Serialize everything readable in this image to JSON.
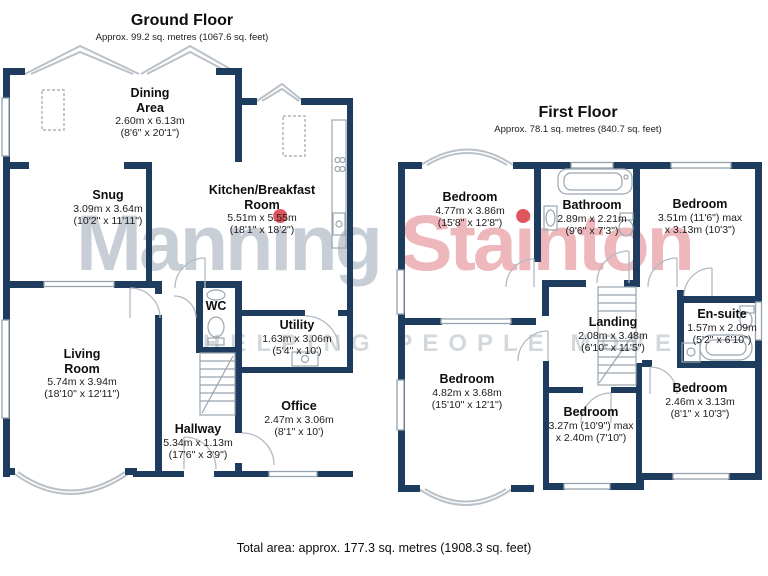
{
  "watermark": {
    "brand": [
      "Mann",
      "i",
      "ng",
      " ",
      "Sta",
      "i",
      "nton"
    ],
    "brand_full": "Manning Stainton",
    "tagline": "HELPING PEOPLE MOVE",
    "gray_color": "#c7ced6",
    "pink_color": "#edb7bb",
    "dot_color": "#e0545e"
  },
  "colors": {
    "wall": "#1e3c5e",
    "fixture_gray": "#9aa5af",
    "window_gray": "#97a2ac"
  },
  "ground_floor": {
    "title": "Ground Floor",
    "subtitle": "Approx. 99.2 sq. metres (1067.6 sq. feet)",
    "rooms": [
      {
        "name": "Dining\nArea",
        "metric": "2.60m x 6.13m",
        "imperial": "(8'6\" x 20'1\")"
      },
      {
        "name": "Snug",
        "metric": "3.09m x 3.64m",
        "imperial": "(10'2\" x 11'11\")"
      },
      {
        "name": "Kitchen/Breakfast\nRoom",
        "metric": "5.51m x 5.55m",
        "imperial": "(18'1\" x 18'2\")"
      },
      {
        "name": "WC",
        "metric": "",
        "imperial": ""
      },
      {
        "name": "Utility",
        "metric": "1.63m x 3.06m",
        "imperial": "(5'4\" x 10')"
      },
      {
        "name": "Living\nRoom",
        "metric": "5.74m x 3.94m",
        "imperial": "(18'10\" x 12'11\")"
      },
      {
        "name": "Hallway",
        "metric": "5.34m x 1.13m",
        "imperial": "(17'6\" x 3'9\")"
      },
      {
        "name": "Office",
        "metric": "2.47m x 3.06m",
        "imperial": "(8'1\" x 10')"
      }
    ]
  },
  "first_floor": {
    "title": "First Floor",
    "subtitle": "Approx. 78.1 sq. metres (840.7 sq. feet)",
    "rooms": [
      {
        "name": "Bedroom",
        "metric": "4.77m x 3.86m",
        "imperial": "(15'8\" x 12'8\")"
      },
      {
        "name": "Bathroom",
        "metric": "2.89m x 2.21m",
        "imperial": "(9'6\" x 7'3\")"
      },
      {
        "name": "Bedroom",
        "metric": "3.51m (11'6\") max",
        "imperial": "x 3.13m (10'3\")"
      },
      {
        "name": "Landing",
        "metric": "2.08m x 3.48m",
        "imperial": "(6'10\" x 11'5\")"
      },
      {
        "name": "En-suite",
        "metric": "1.57m x 2.09m",
        "imperial": "(5'2\" x 6'10\")"
      },
      {
        "name": "Bedroom",
        "metric": "4.82m x 3.68m",
        "imperial": "(15'10\" x 12'1\")"
      },
      {
        "name": "Bedroom",
        "metric": "3.27m (10'9\") max",
        "imperial": "x 2.40m (7'10\")"
      },
      {
        "name": "Bedroom",
        "metric": "2.46m x 3.13m",
        "imperial": "(8'1\" x 10'3\")"
      }
    ]
  },
  "footer": {
    "total_area": "Total area: approx. 177.3 sq. metres (1908.3 sq. feet)"
  }
}
